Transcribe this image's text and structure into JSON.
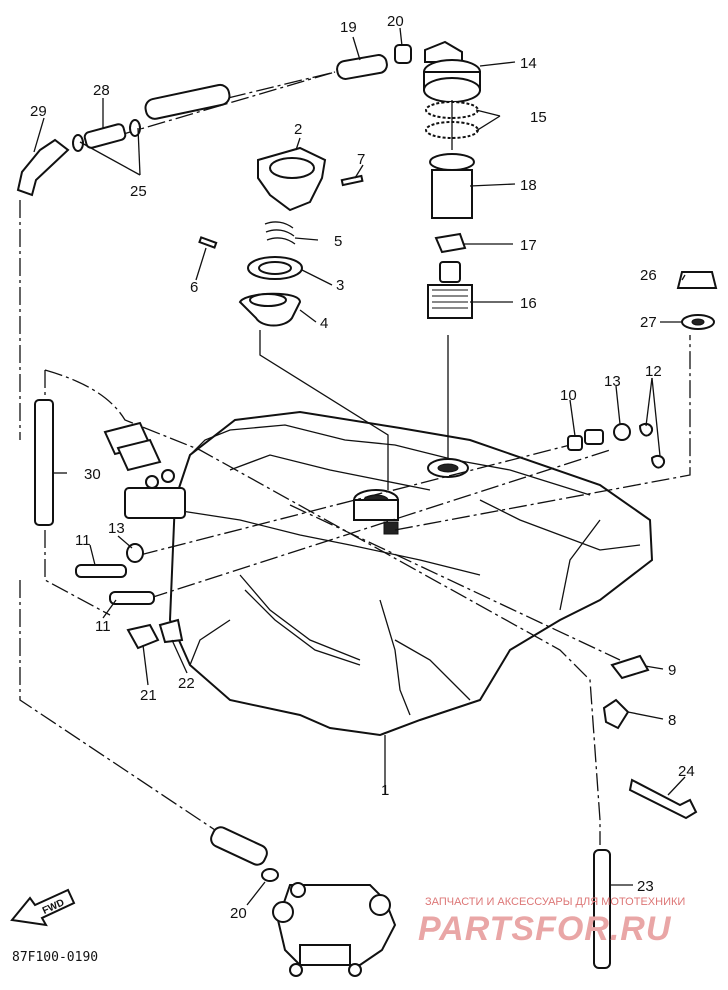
{
  "diagram": {
    "code": "87F100-0190",
    "fwd_label": "FWD",
    "watermark": {
      "line1": "ЗАПЧАСТИ И АКСЕССУАРЫ ДЛЯ МОТОТЕХНИКИ",
      "line2": "PARTSFOR.RU"
    },
    "callouts": [
      "1",
      "2",
      "3",
      "4",
      "5",
      "6",
      "7",
      "8",
      "9",
      "10",
      "11",
      "11",
      "12",
      "13",
      "13",
      "14",
      "15",
      "16",
      "17",
      "18",
      "19",
      "20",
      "20",
      "21",
      "22",
      "23",
      "24",
      "25",
      "26",
      "27",
      "28",
      "29",
      "30"
    ]
  }
}
